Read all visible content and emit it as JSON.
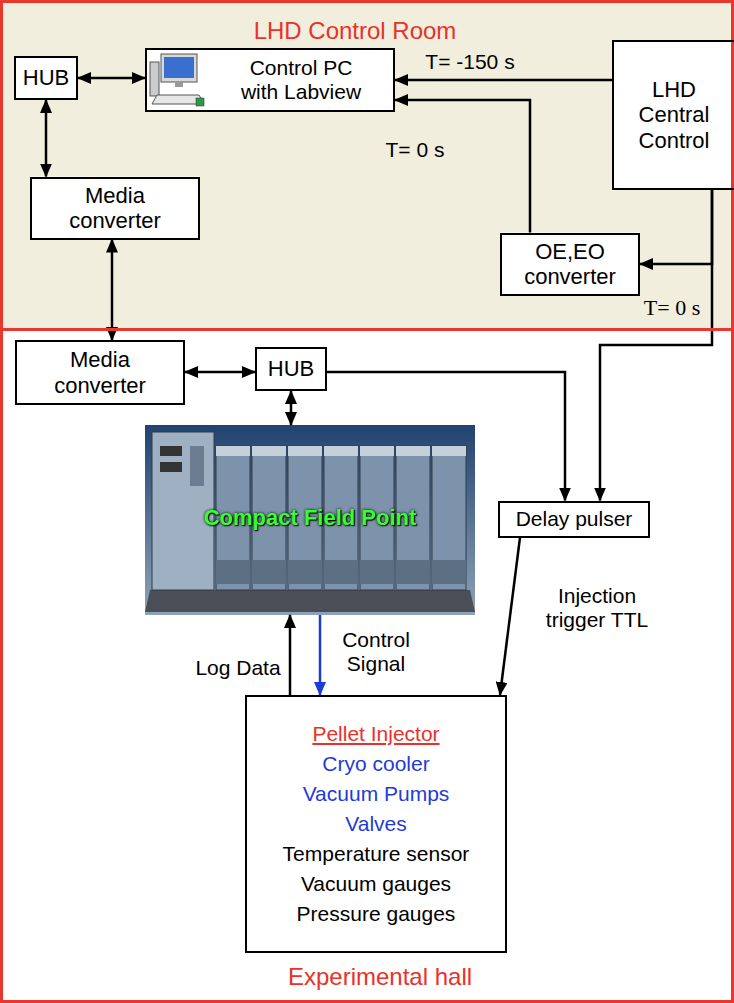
{
  "diagram": {
    "nodes": [
      {
        "text": [
          "LHD Control Room"
        ]
      },
      {
        "text": [
          "HUB"
        ],
        "in": 0
      },
      {
        "text": [
          "Control PC with Labview"
        ],
        "in": 0
      },
      {
        "text": [
          "LHD Central Control"
        ],
        "in": 0
      },
      {
        "text": [
          "Media converter"
        ],
        "in": 0
      },
      {
        "text": [
          "OE,EO converter"
        ],
        "in": 0
      },
      {
        "text": [
          "Experimental hall"
        ]
      },
      {
        "text": [
          "Media converter"
        ],
        "in": 6
      },
      {
        "text": [
          "HUB"
        ],
        "in": 6
      },
      {
        "text": [
          "Compact Field Point"
        ],
        "in": 6
      },
      {
        "text": [
          "Delay pulser"
        ],
        "in": 6
      },
      {
        "text": [
          "Pellet Injector",
          "Cryo cooler",
          "Vacuum Pumps",
          "Valves",
          "Temperature sensor",
          "Vacuum gauges",
          "Pressure gauges"
        ],
        "in": 6
      }
    ],
    "edges": [
      {
        "from": 1,
        "to": 2,
        "arrow": "both"
      },
      {
        "from": 1,
        "to": 4,
        "arrow": "both"
      },
      {
        "from": 3,
        "to": 2,
        "arrow": "to",
        "label": "T= -150 s"
      },
      {
        "from": 5,
        "to": 2,
        "arrow": "to",
        "label": "T= 0 s"
      },
      {
        "from": 3,
        "to": 5,
        "arrow": "to"
      },
      {
        "from": 3,
        "to": 10,
        "arrow": "to",
        "label": "T= 0 s"
      },
      {
        "from": 4,
        "to": 7,
        "arrow": "both"
      },
      {
        "from": 7,
        "to": 8,
        "arrow": "both"
      },
      {
        "from": 8,
        "to": 9,
        "arrow": "both"
      },
      {
        "from": 8,
        "to": 10,
        "arrow": "to"
      },
      {
        "from": 10,
        "to": 11,
        "arrow": "to",
        "label": "Injection trigger TTL"
      },
      {
        "from": 9,
        "to": 11,
        "arrow": "to",
        "label": "Control Signal"
      },
      {
        "from": 11,
        "to": 9,
        "arrow": "to",
        "label": "Log Data"
      }
    ]
  }
}
